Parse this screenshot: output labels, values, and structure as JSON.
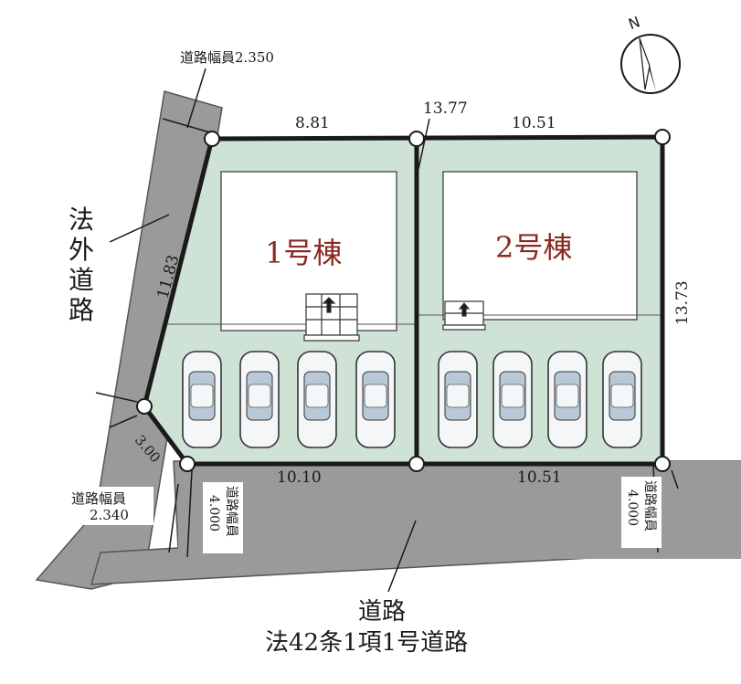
{
  "compass": {
    "north_label": "N"
  },
  "roads": {
    "left_width_top": "道路幅員2.350",
    "left_road_name": [
      "法",
      "外",
      "道",
      "路"
    ],
    "left_width_bottom_line1": "道路幅員",
    "left_width_bottom_line2": "2.340",
    "front_width_left_line1": "道路幅員",
    "front_width_left_line2": "4.000",
    "front_width_right_line1": "道路幅員",
    "front_width_right_line2": "4.000",
    "front_road_line1": "道路",
    "front_road_line2": "法42条1項1号道路"
  },
  "dimensions": {
    "top_lot1": "8.81",
    "top_mid": "13.77",
    "top_lot2": "10.51",
    "left_side": "11.83",
    "corner_cut": "3.00",
    "bottom_lot1": "10.10",
    "bottom_lot2": "10.51",
    "right_side": "13.73"
  },
  "lots": [
    {
      "label": "1号棟",
      "cars": 4
    },
    {
      "label": "2号棟",
      "cars": 4
    }
  ],
  "colors": {
    "lot_fill": "#cfe2d6",
    "road_fill": "#9a9a9a",
    "building_text": "#8a2a22",
    "boundary": "#1a1a1a"
  }
}
